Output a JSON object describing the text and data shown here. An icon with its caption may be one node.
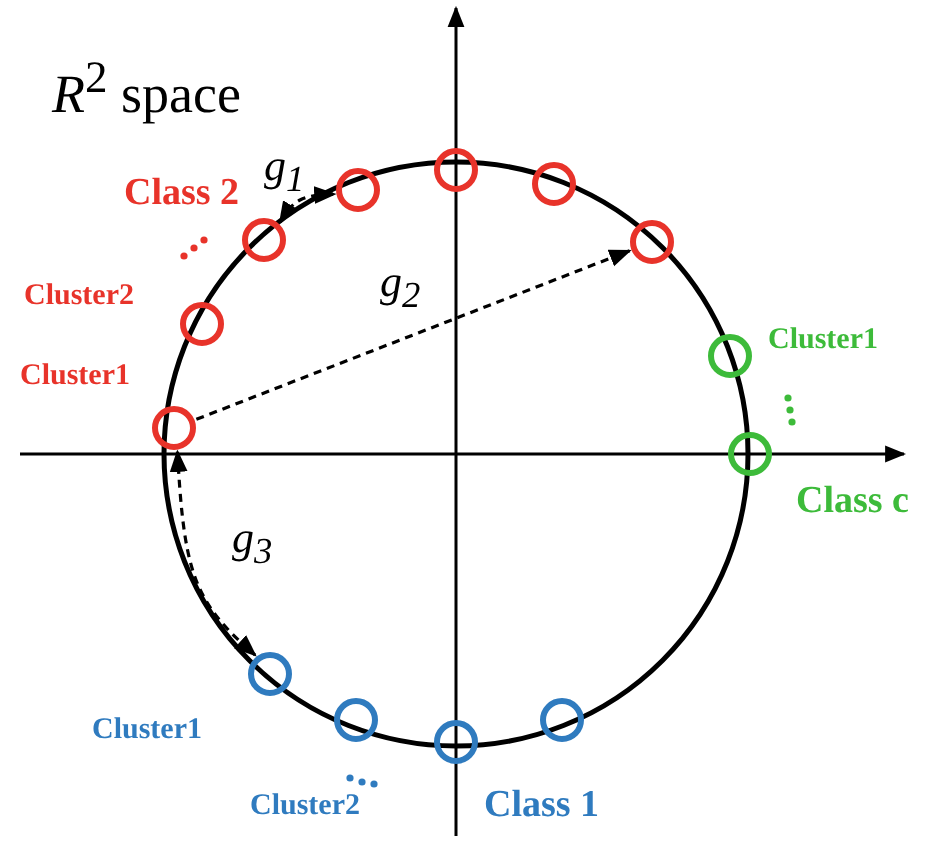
{
  "diagram": {
    "title": "*R*$^{2}$ space",
    "nodes": [
      {
        "text": [],
        "shape": "circle",
        "beside": [
          "Cluster1"
        ]
      },
      {
        "text": [],
        "shape": "circle",
        "beside": [
          "Cluster2"
        ]
      },
      {
        "text": [],
        "shape": "circle"
      },
      {
        "text": [],
        "shape": "circle"
      },
      {
        "text": [],
        "shape": "circle"
      },
      {
        "text": [],
        "shape": "circle"
      },
      {
        "text": [],
        "shape": "circle"
      },
      {
        "text": [],
        "shape": "circle",
        "beside": [
          "Cluster1"
        ]
      },
      {
        "text": [],
        "shape": "circle"
      },
      {
        "text": [],
        "shape": "circle",
        "beside": [
          "Cluster1"
        ]
      },
      {
        "text": [],
        "shape": "circle",
        "beside": [
          "Cluster2"
        ]
      },
      {
        "text": [],
        "shape": "circle"
      },
      {
        "text": [],
        "shape": "circle"
      }
    ],
    "edges": [
      {
        "from": 2,
        "to": 3,
        "arrow": "both",
        "label": "g$_{1}$",
        "style": "dashed"
      },
      {
        "from": 0,
        "to": 6,
        "arrow": "to",
        "label": "g$_{2}$",
        "style": "dashed"
      },
      {
        "from": 0,
        "to": 9,
        "arrow": "both",
        "label": "g$_{3}$",
        "style": "dashed"
      }
    ],
    "labels": [
      "Class 2",
      "Class c",
      "Class 1"
    ]
  }
}
